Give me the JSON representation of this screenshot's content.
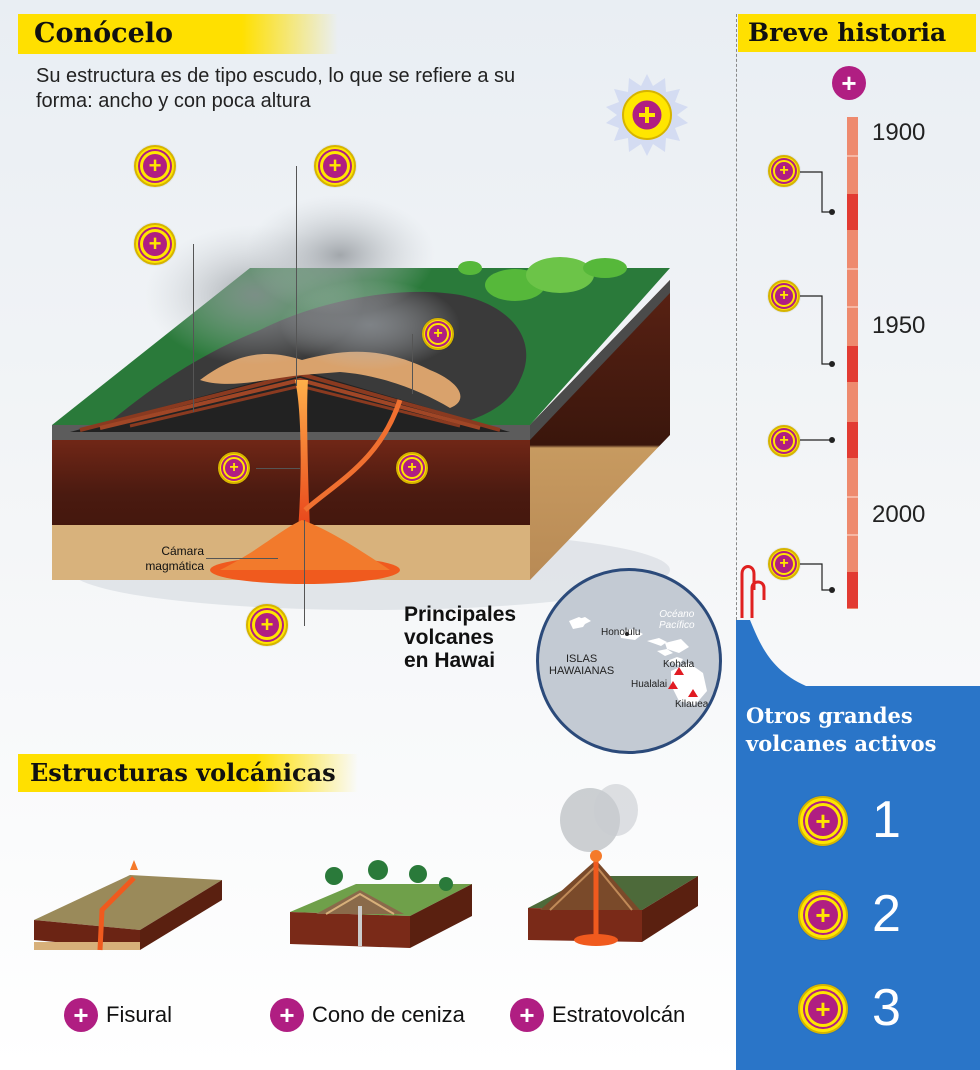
{
  "header": {
    "title": "Conócelo",
    "intro": "Su estructura es de tipo escudo, lo que se refiere a su forma: ancho y con poca altura"
  },
  "diagram": {
    "chamber_label_1": "Cámara",
    "chamber_label_2": "magmática"
  },
  "history": {
    "title": "Breve historia",
    "years": [
      "1900",
      "1950",
      "2000"
    ]
  },
  "map": {
    "title_1": "Principales",
    "title_2": "volcanes",
    "title_3": "en Hawai",
    "ocean_1": "Océano",
    "ocean_2": "Pacífico",
    "islands_1": "ISLAS",
    "islands_2": "HAWAIANAS",
    "city": "Honolulu",
    "volcanoes": [
      "Kohala",
      "Hualalai",
      "Kilauea"
    ]
  },
  "structures": {
    "title": "Estructuras volcánicas",
    "items": [
      "Fisural",
      "Cono de ceniza",
      "Estratovolcán"
    ]
  },
  "others": {
    "title_1": "Otros grandes",
    "title_2": "volcanes activos",
    "numbers": [
      "1",
      "2",
      "3"
    ]
  },
  "colors": {
    "accent_yellow": "#ffe000",
    "magenta": "#b01e82",
    "lava": "#f05a1e",
    "panel_blue": "#2a75c8",
    "timeline": "#ee8a6e"
  }
}
